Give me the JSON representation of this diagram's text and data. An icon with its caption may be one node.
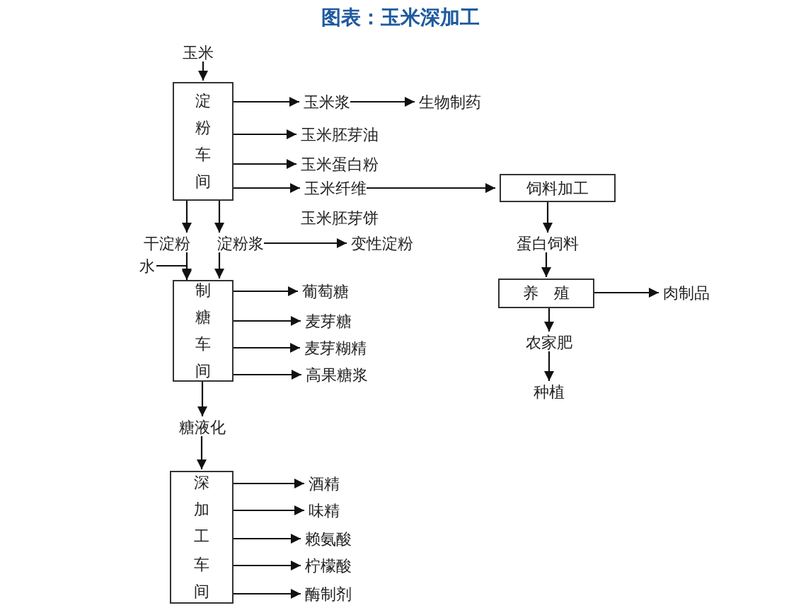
{
  "diagram": {
    "title": "图表：玉米深加工",
    "nodes": [
      {
        "text": [
          "玉米"
        ]
      },
      {
        "text": [
          "淀粉车间"
        ]
      },
      {
        "text": [
          "玉米浆"
        ]
      },
      {
        "text": [
          "生物制药"
        ]
      },
      {
        "text": [
          "玉米胚芽油"
        ]
      },
      {
        "text": [
          "玉米蛋白粉"
        ]
      },
      {
        "text": [
          "玉米纤维"
        ]
      },
      {
        "text": [
          "干淀粉"
        ]
      },
      {
        "text": [
          "淀粉浆"
        ]
      },
      {
        "text": [
          "变性淀粉"
        ]
      },
      {
        "text": [
          "水"
        ]
      },
      {
        "text": [
          "制糖车间"
        ]
      },
      {
        "text": [
          "葡萄糖"
        ]
      },
      {
        "text": [
          "麦芽糖"
        ]
      },
      {
        "text": [
          "麦芽糊精"
        ]
      },
      {
        "text": [
          "高果糖浆"
        ]
      },
      {
        "text": [
          "糖液化"
        ]
      },
      {
        "text": [
          "深加工车间"
        ]
      },
      {
        "text": [
          "酒精"
        ]
      },
      {
        "text": [
          "味精"
        ]
      },
      {
        "text": [
          "赖氨酸"
        ]
      },
      {
        "text": [
          "柠檬酸"
        ]
      },
      {
        "text": [
          "酶制剂"
        ]
      },
      {
        "text": [
          "饲料加工"
        ]
      },
      {
        "text": [
          "蛋白饲料"
        ]
      },
      {
        "text": [
          "养　殖"
        ]
      },
      {
        "text": [
          "肉制品"
        ]
      },
      {
        "text": [
          "农家肥"
        ]
      },
      {
        "text": [
          "种植"
        ]
      }
    ],
    "edges": [
      {
        "from": 0,
        "to": 1,
        "arrow": "to"
      },
      {
        "from": 1,
        "to": 2,
        "arrow": "to"
      },
      {
        "from": 2,
        "to": 3,
        "arrow": "to"
      },
      {
        "from": 1,
        "to": 4,
        "arrow": "to"
      },
      {
        "from": 1,
        "to": 5,
        "arrow": "to"
      },
      {
        "from": 1,
        "to": 6,
        "arrow": "to"
      },
      {
        "from": 6,
        "to": 23,
        "arrow": "to"
      },
      {
        "from": 1,
        "to": 7,
        "arrow": "to"
      },
      {
        "from": 1,
        "to": 8,
        "arrow": "to"
      },
      {
        "from": 8,
        "to": 9,
        "arrow": "to"
      },
      {
        "from": 7,
        "to": 11,
        "arrow": "to"
      },
      {
        "from": 10,
        "to": 11,
        "arrow": "to"
      },
      {
        "from": 8,
        "to": 11,
        "arrow": "to"
      },
      {
        "from": 11,
        "to": 12,
        "arrow": "to"
      },
      {
        "from": 11,
        "to": 13,
        "arrow": "to"
      },
      {
        "from": 11,
        "to": 14,
        "arrow": "to"
      },
      {
        "from": 11,
        "to": 15,
        "arrow": "to"
      },
      {
        "from": 11,
        "to": 16,
        "arrow": "to"
      },
      {
        "from": 16,
        "to": 17,
        "arrow": "to"
      },
      {
        "from": 17,
        "to": 18,
        "arrow": "to"
      },
      {
        "from": 17,
        "to": 19,
        "arrow": "to"
      },
      {
        "from": 17,
        "to": 20,
        "arrow": "to"
      },
      {
        "from": 17,
        "to": 21,
        "arrow": "to"
      },
      {
        "from": 17,
        "to": 22,
        "arrow": "to"
      },
      {
        "from": 23,
        "to": 24,
        "arrow": "to"
      },
      {
        "from": 24,
        "to": 25,
        "arrow": "to"
      },
      {
        "from": 25,
        "to": 26,
        "arrow": "to"
      },
      {
        "from": 25,
        "to": 27,
        "arrow": "to"
      },
      {
        "from": 27,
        "to": 28,
        "arrow": "to"
      }
    ],
    "labels": [
      "玉米胚芽饼"
    ]
  }
}
